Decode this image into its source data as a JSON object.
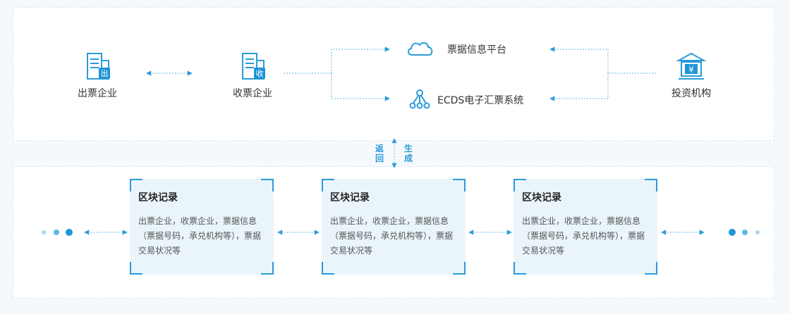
{
  "nodes": {
    "issuer": "出票企业",
    "receiver": "收票企业",
    "investor": "投资机构"
  },
  "icons": {
    "issuer_badge": "出",
    "receiver_badge": "收",
    "investor_symbol": "¥"
  },
  "platforms": {
    "info_platform": "票据信息平台",
    "ecds": "ECDS电子汇票系统"
  },
  "connector": {
    "return": "返回",
    "generate": "生成"
  },
  "blocks": [
    {
      "title": "区块记录",
      "desc": "出票企业，收票企业，票据信息（票据号码，承兑机构等），票据交易状况等"
    },
    {
      "title": "区块记录",
      "desc": "出票企业，收票企业，票据信息（票据号码，承兑机构等），票据交易状况等"
    },
    {
      "title": "区块记录",
      "desc": "出票企业，收票企业，票据信息（票据号码，承兑机构等），票据交易状况等"
    }
  ],
  "colors": {
    "accent": "#2a9bd8",
    "dots_light": "#a8d8f0",
    "dots_mid": "#5cb8e6",
    "dots_dark": "#1e95d6",
    "card_bg": "#eaf5fb"
  }
}
